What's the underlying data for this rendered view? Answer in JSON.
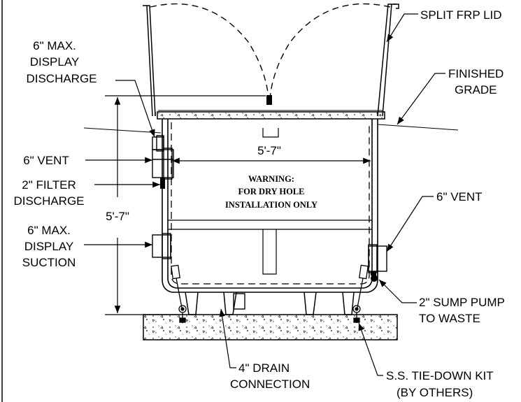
{
  "labels": {
    "lid": "SPLIT FRP LID",
    "finished_grade_1": "FINISHED",
    "finished_grade_2": "GRADE",
    "display_discharge_1": "6\" MAX.",
    "display_discharge_2": "DISPLAY",
    "display_discharge_3": "DISCHARGE",
    "vent_left": "6\" VENT",
    "filter_discharge_1": "2\" FILTER",
    "filter_discharge_2": "DISCHARGE",
    "display_suction_1": "6\" MAX.",
    "display_suction_2": "DISPLAY",
    "display_suction_3": "SUCTION",
    "vent_right": "6\" VENT",
    "sump_pump_1": "2\" SUMP PUMP",
    "sump_pump_2": "TO WASTE",
    "drain_1": "4\" DRAIN",
    "drain_2": "CONNECTION",
    "tie_down_1": "S.S. TIE-DOWN KIT",
    "tie_down_2": "(BY OTHERS)"
  },
  "dimensions": {
    "width": "5'-7\"",
    "height": "5'-7\""
  },
  "warning": {
    "line1": "WARNING:",
    "line2": "FOR DRY HOLE",
    "line3": "INSTALLATION ONLY"
  }
}
